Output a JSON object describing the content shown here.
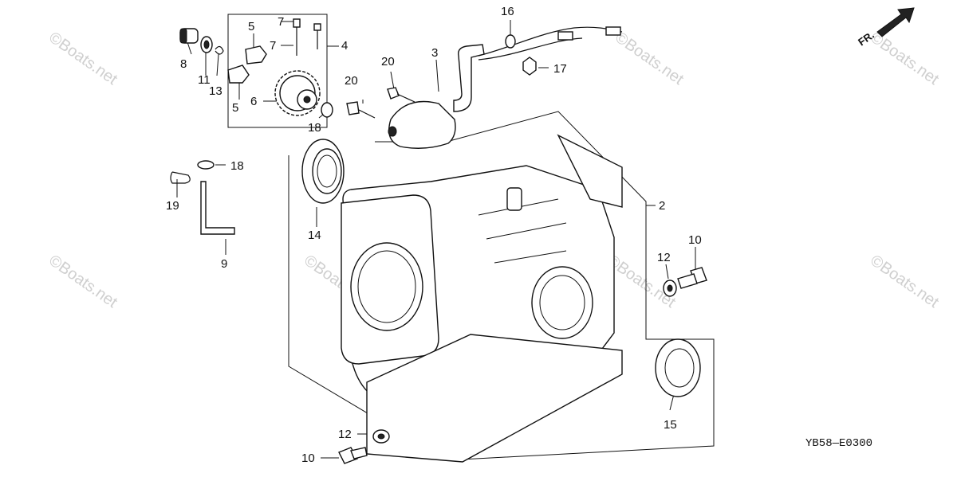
{
  "watermark": "©Boats.net",
  "diagram_code": "YB58—E0300",
  "direction_label": "FR.",
  "callouts": {
    "c8": "8",
    "c11": "11",
    "c13": "13",
    "c5a": "5",
    "c5b": "5",
    "c6": "6",
    "c7a": "7",
    "c7b": "7",
    "c4": "4",
    "c18a": "18",
    "c20a": "20",
    "c20b": "20",
    "c3": "3",
    "c16": "16",
    "c17": "17",
    "c18b": "18",
    "c19": "19",
    "c9": "9",
    "c14": "14",
    "c2": "2",
    "c12a": "12",
    "c10a": "10",
    "c15": "15",
    "c12b": "12",
    "c10b": "10"
  }
}
